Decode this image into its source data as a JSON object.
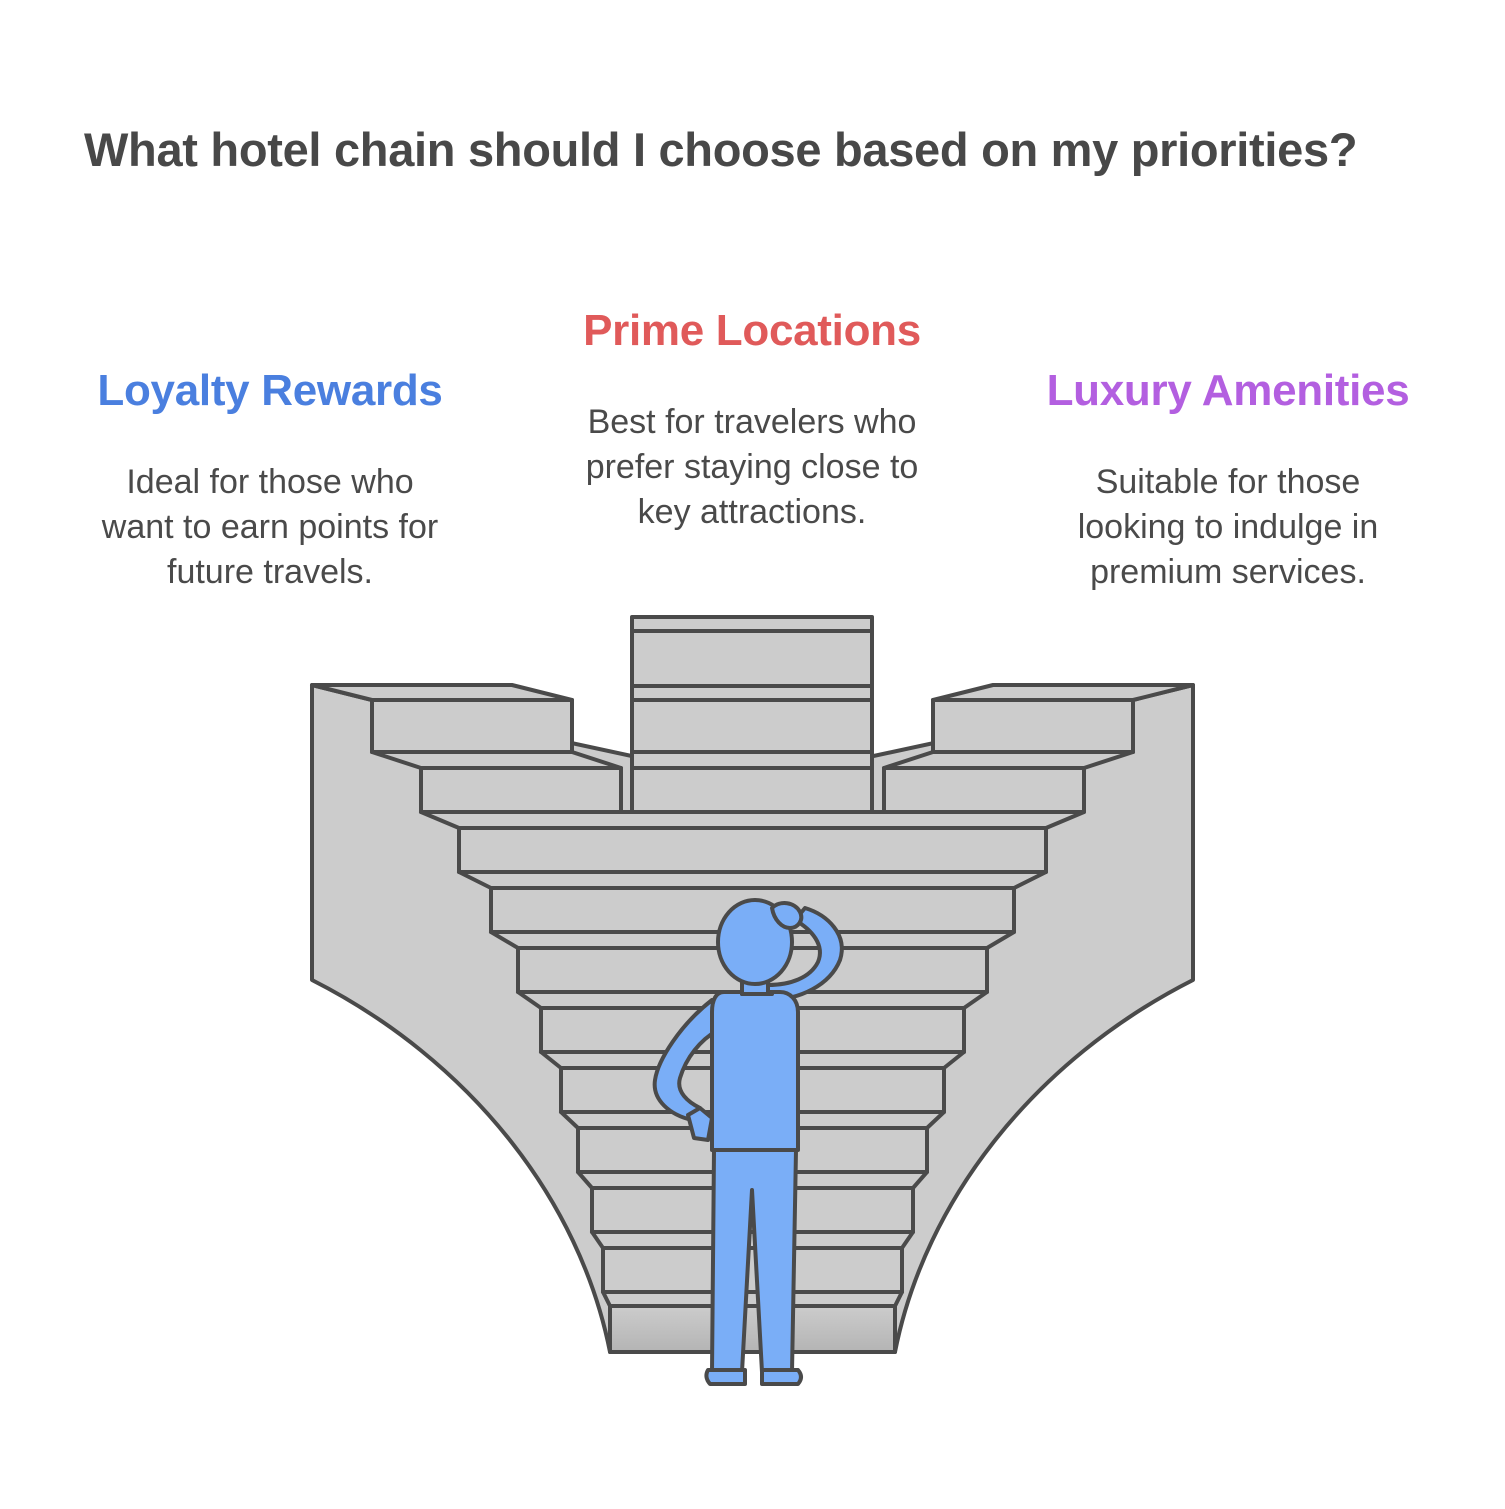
{
  "title": "What hotel chain should I choose based on my priorities?",
  "options": [
    {
      "heading": "Loyalty Rewards",
      "lines": [
        "Ideal for those who",
        "want to earn points for",
        "future travels."
      ],
      "color": "#4a7fdf"
    },
    {
      "heading": "Prime Locations",
      "lines": [
        "Best for travelers who",
        "prefer staying close to",
        "key attractions."
      ],
      "color": "#e05a5a"
    },
    {
      "heading": "Luxury Amenities",
      "lines": [
        "Suitable for those",
        "looking to indulge in",
        "premium services."
      ],
      "color": "#b35fe0"
    }
  ],
  "illustration": {
    "stairs_icon": "three-way-staircase-icon",
    "person_icon": "thinking-person-icon",
    "stair_fill": "#cccccc",
    "stroke": "#4a4a4a",
    "person_fill": "#7aaef7"
  }
}
